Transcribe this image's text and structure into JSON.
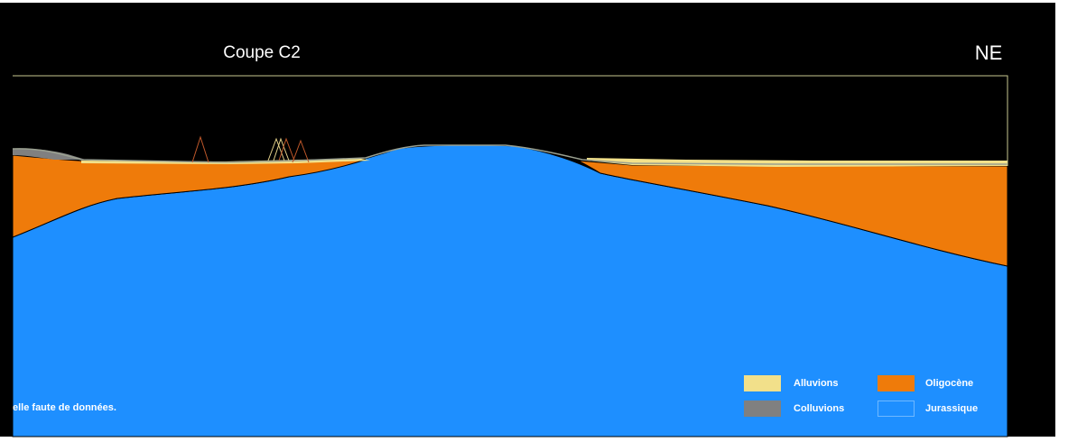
{
  "figure": {
    "title": "Coupe C2",
    "orientation": "NE",
    "note": "elle faute de données.",
    "colors": {
      "background": "#000000",
      "frame": "#c8c890",
      "alluvions": "#f2e08a",
      "colluvions": "#808080",
      "oligocene": "#ef7b0a",
      "jurassique": "#1e8fff"
    }
  },
  "legend": {
    "items": [
      {
        "label": "Alluvions",
        "color": "#f2e08a",
        "border": "#f2e08a"
      },
      {
        "label": "Oligocène",
        "color": "#ef7b0a",
        "border": "#ef7b0a"
      },
      {
        "label": "Colluvions",
        "color": "#808080",
        "border": "#808080"
      },
      {
        "label": "Jurassique",
        "color": "#1e8fff",
        "border": "#3aa0ff"
      }
    ]
  }
}
